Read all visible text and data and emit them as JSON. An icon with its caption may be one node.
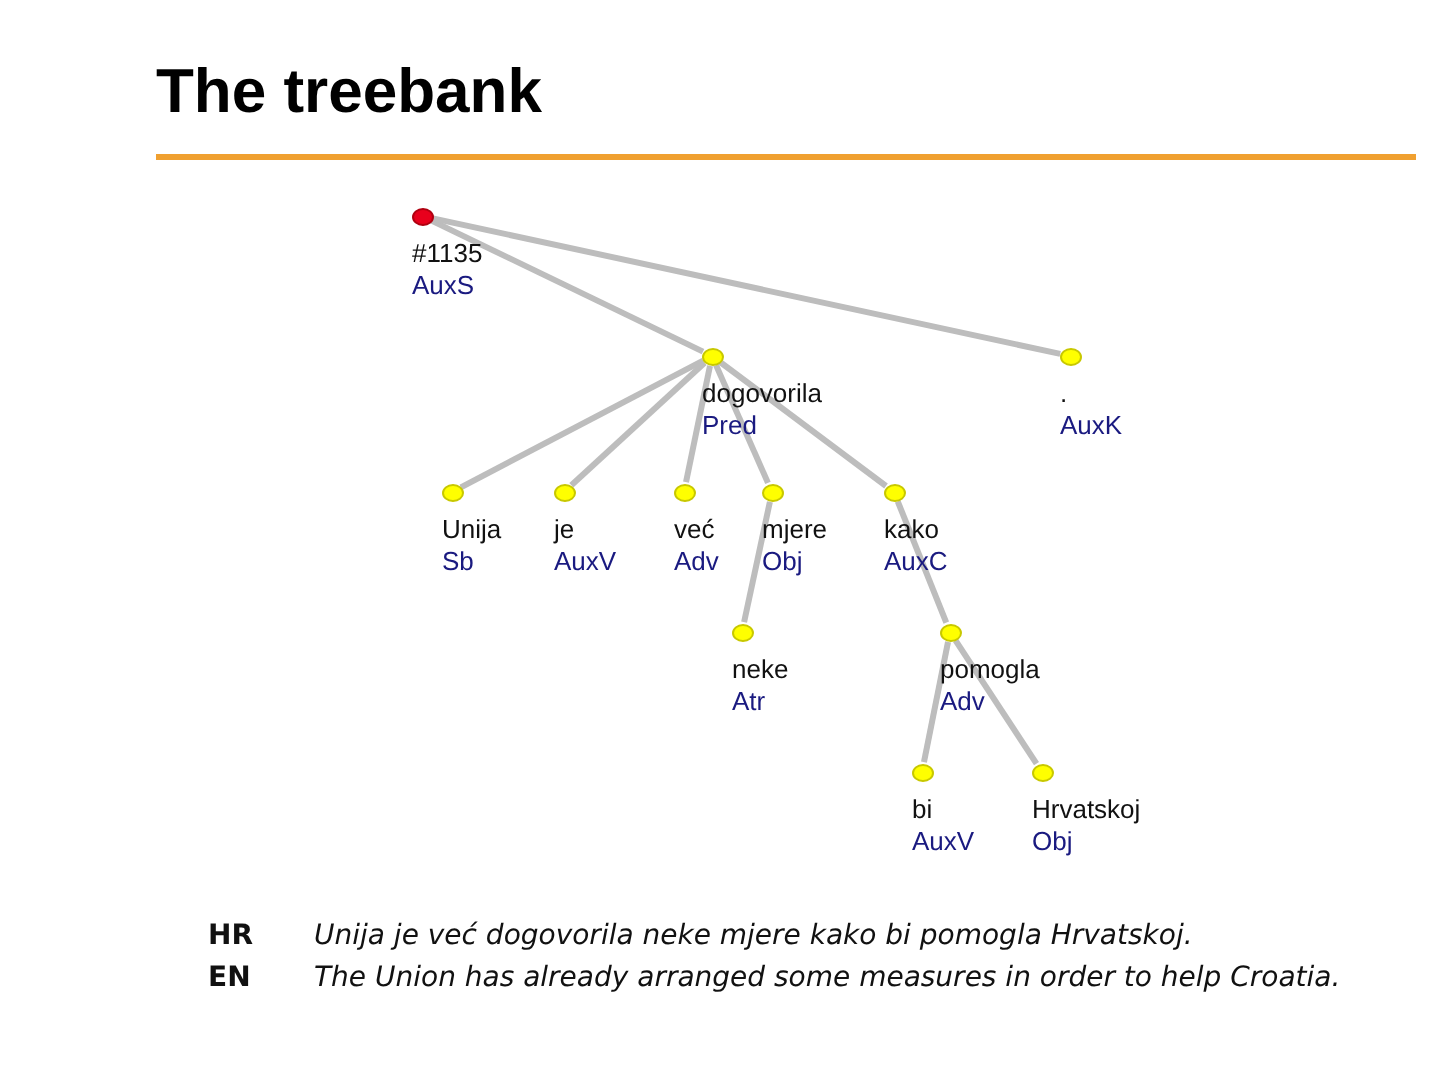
{
  "diagram": {
    "title": "The treebank",
    "nodes": [
      {
        "text": [],
        "shape": "circle",
        "beside": [
          "#1135",
          "AuxS"
        ]
      },
      {
        "text": [],
        "shape": "circle",
        "beside": [
          "dogovorila",
          "Pred"
        ]
      },
      {
        "text": [],
        "shape": "circle",
        "beside": [
          ".",
          "AuxK"
        ]
      },
      {
        "text": [],
        "shape": "circle",
        "beside": [
          "Unija",
          "Sb"
        ]
      },
      {
        "text": [],
        "shape": "circle",
        "beside": [
          "je",
          "AuxV"
        ]
      },
      {
        "text": [],
        "shape": "circle",
        "beside": [
          "već",
          "Adv"
        ]
      },
      {
        "text": [],
        "shape": "circle",
        "beside": [
          "mjere",
          "Obj"
        ]
      },
      {
        "text": [],
        "shape": "circle",
        "beside": [
          "kako",
          "AuxC"
        ]
      },
      {
        "text": [],
        "shape": "circle",
        "beside": [
          "neke",
          "Atr"
        ]
      },
      {
        "text": [],
        "shape": "circle",
        "beside": [
          "pomogla",
          "Adv"
        ]
      },
      {
        "text": [],
        "shape": "circle",
        "beside": [
          "bi",
          "AuxV"
        ]
      },
      {
        "text": [],
        "shape": "circle",
        "beside": [
          "Hrvatskoj",
          "Obj"
        ]
      }
    ],
    "edges": [
      {
        "from": 0,
        "to": 1,
        "arrow": "none"
      },
      {
        "from": 0,
        "to": 2,
        "arrow": "none"
      },
      {
        "from": 1,
        "to": 3,
        "arrow": "none"
      },
      {
        "from": 1,
        "to": 4,
        "arrow": "none"
      },
      {
        "from": 1,
        "to": 5,
        "arrow": "none"
      },
      {
        "from": 1,
        "to": 6,
        "arrow": "none"
      },
      {
        "from": 1,
        "to": 7,
        "arrow": "none"
      },
      {
        "from": 6,
        "to": 8,
        "arrow": "none"
      },
      {
        "from": 7,
        "to": 9,
        "arrow": "none"
      },
      {
        "from": 9,
        "to": 10,
        "arrow": "none"
      },
      {
        "from": 9,
        "to": 11,
        "arrow": "none"
      }
    ],
    "labels": [
      "HR",
      "Unija je već dogovorila neke mjere kako bi pomogla Hrvatskoj.",
      "EN",
      "The Union has already arranged some measures in order to help Croatia."
    ]
  }
}
